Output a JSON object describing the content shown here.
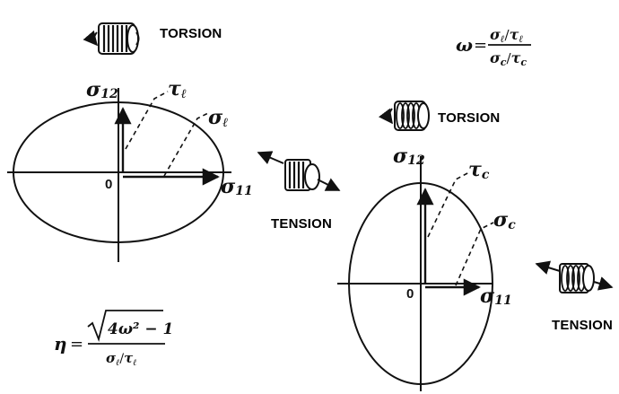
{
  "labels": {
    "torsion": "TORSION",
    "tension": "TENSION",
    "origin": "0"
  },
  "symbols": {
    "sigma": "σ",
    "sub_12": "12",
    "sub_11": "11",
    "tau": "τ",
    "sub_l": "ℓ",
    "sub_c": "c",
    "omega": "ω",
    "eta": "η",
    "equals": "=",
    "slash": "/",
    "four_omega_sq_minus_1": "4ω² − 1"
  },
  "colors": {
    "ink": "#111111",
    "background": "#ffffff"
  }
}
